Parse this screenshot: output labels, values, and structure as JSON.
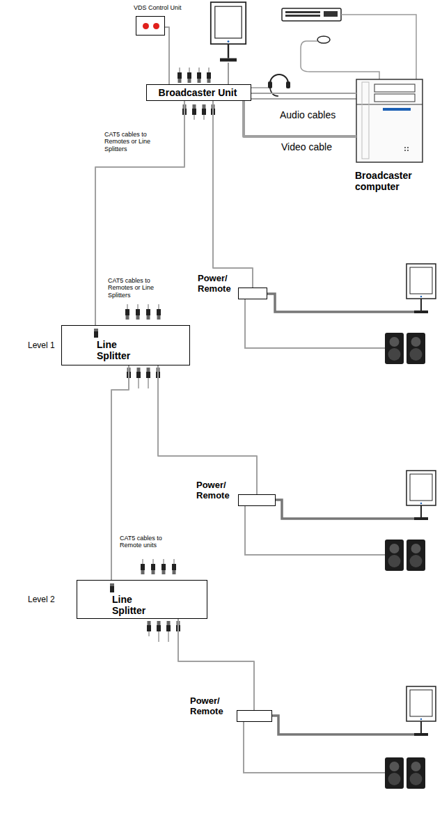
{
  "diagram": {
    "nodes": [
      {
        "text": [
          "VDS Control Unit"
        ]
      },
      {
        "text": [
          "Broadcaster Unit"
        ]
      },
      {
        "text": [
          "Broadcaster computer"
        ]
      },
      {
        "text": [
          "Power/ Remote"
        ]
      },
      {
        "text": [
          "Line Splitter"
        ]
      },
      {
        "text": [
          "Power/ Remote"
        ]
      },
      {
        "text": [
          "Line Splitter"
        ]
      },
      {
        "text": [
          "Power/ Remote"
        ]
      }
    ],
    "edges": [
      {
        "from": 0,
        "to": 1,
        "arrow": "none"
      },
      {
        "from": 1,
        "to": 2,
        "arrow": "none",
        "label": "Audio cables"
      },
      {
        "from": 1,
        "to": 2,
        "arrow": "none",
        "label": "Video cable"
      },
      {
        "from": 1,
        "to": 4,
        "arrow": "none"
      },
      {
        "from": 1,
        "to": 3,
        "arrow": "none"
      },
      {
        "from": 4,
        "to": 5,
        "arrow": "none"
      },
      {
        "from": 4,
        "to": 6,
        "arrow": "none"
      },
      {
        "from": 6,
        "to": 7,
        "arrow": "none"
      }
    ],
    "labels": [
      "CAT5 cables to Remotes or Line Splitters",
      "CAT5 cables to Remotes or Line Splitters",
      "Level 1",
      "CAT5 cables to Remote units",
      "Level 2"
    ]
  }
}
